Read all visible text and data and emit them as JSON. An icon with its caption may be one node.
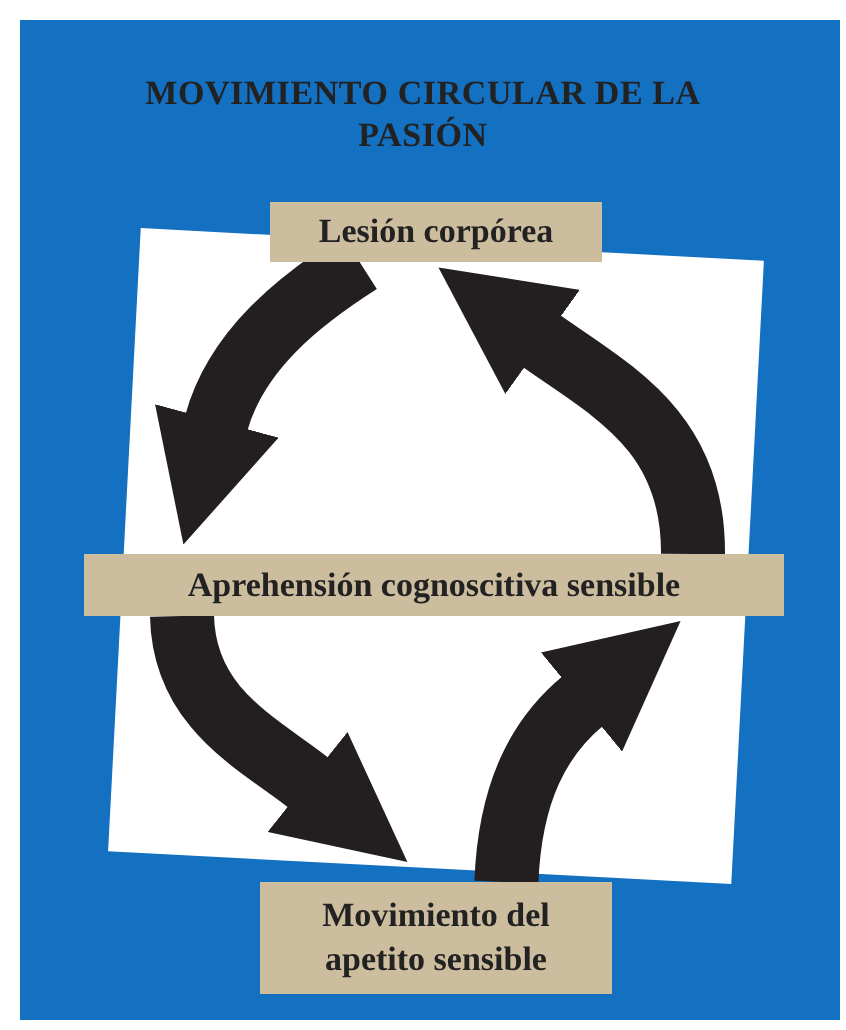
{
  "diagram": {
    "title": "MOVIMIENTO CIRCULAR DE LA PASIÓN",
    "nodes": [
      {
        "text": [
          "Lesión corpórea"
        ]
      },
      {
        "text": [
          "Aprehensión cognoscitiva sensible"
        ]
      },
      {
        "text": [
          "Movimiento del apetito sensible"
        ]
      }
    ],
    "edges": [
      {
        "from": 0,
        "to": 1,
        "arrow": "to"
      },
      {
        "from": 1,
        "to": 2,
        "arrow": "to"
      },
      {
        "from": 2,
        "to": 1,
        "arrow": "to"
      },
      {
        "from": 1,
        "to": 0,
        "arrow": "to"
      }
    ]
  }
}
